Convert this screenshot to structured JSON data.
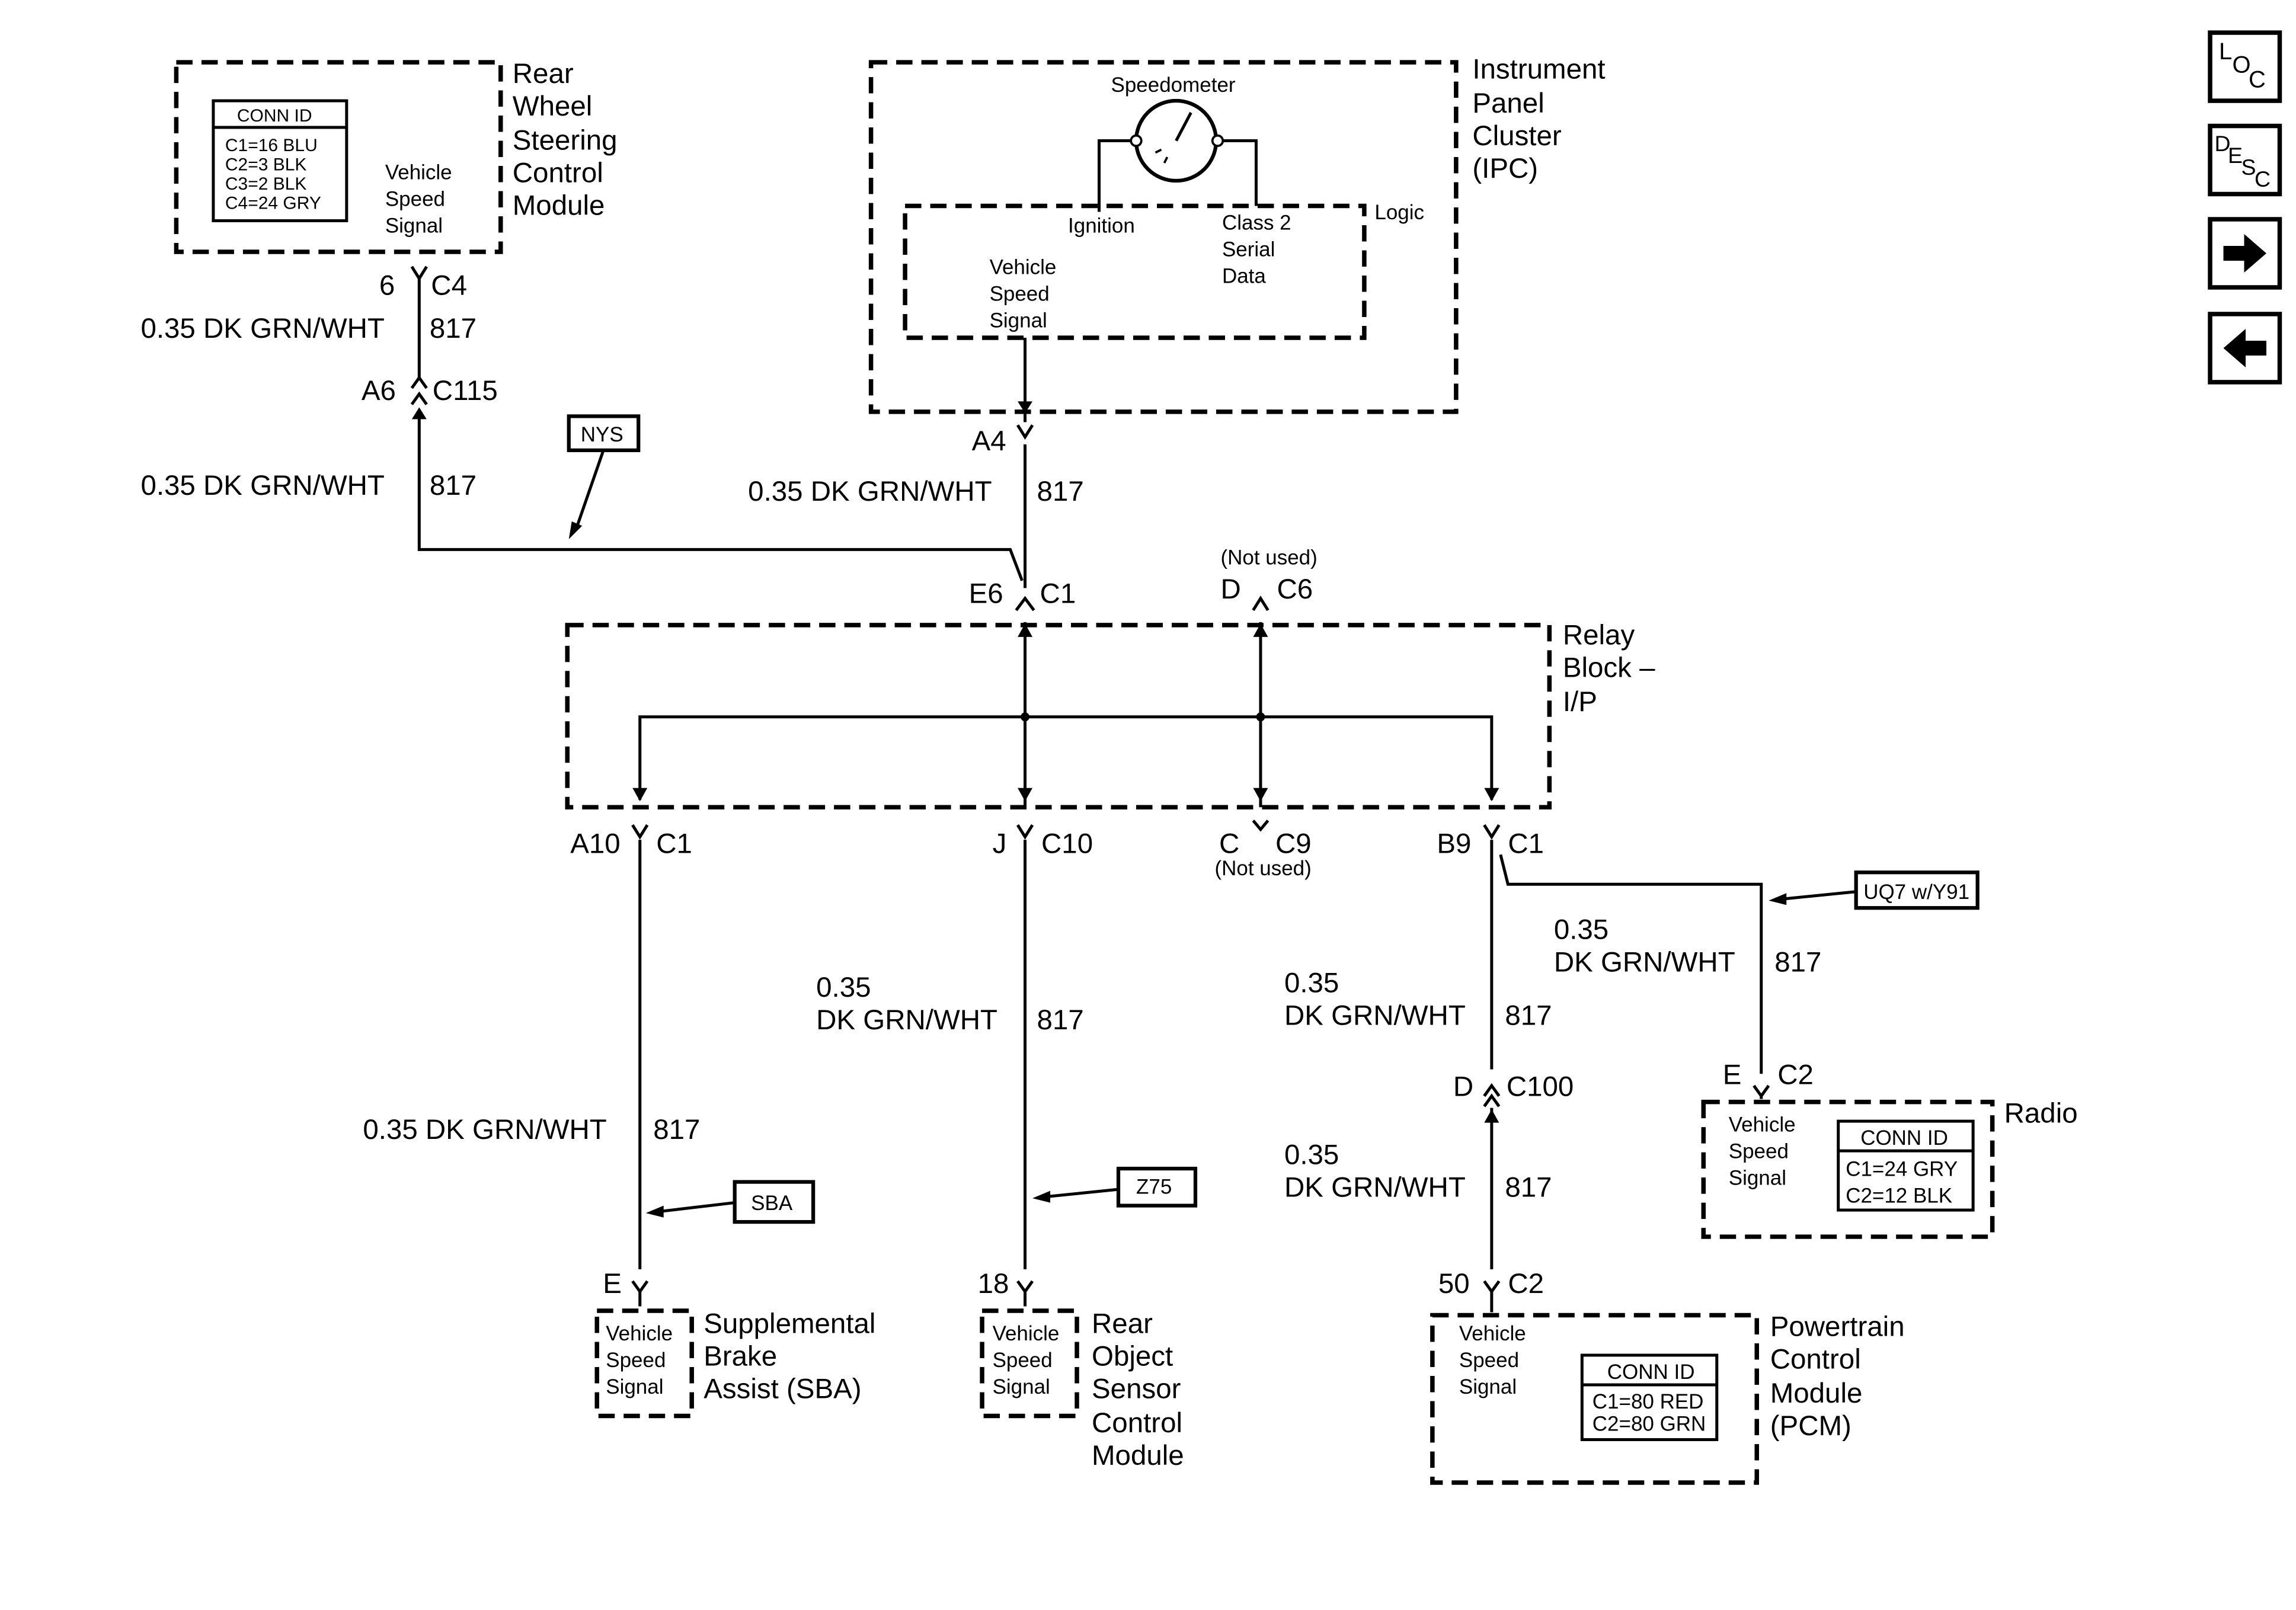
{
  "nav": {
    "loc": {
      "l": "L",
      "o": "O",
      "c": "C"
    },
    "desc": {
      "d": "D",
      "e": "E",
      "s": "S",
      "c": "C"
    },
    "next_icon": "right-arrow-icon",
    "prev_icon": "left-arrow-icon"
  },
  "modules": {
    "rwsc": {
      "name": [
        "Rear",
        "Wheel",
        "Steering",
        "Control",
        "Module"
      ],
      "signal": [
        "Vehicle",
        "Speed",
        "Signal"
      ],
      "conn_title": "CONN ID",
      "conn_rows": [
        "C1=16 BLU",
        "C2=3 BLK",
        "C3=2 BLK",
        "C4=24 GRY"
      ]
    },
    "ipc": {
      "name": [
        "Instrument",
        "Panel",
        "Cluster",
        "(IPC)"
      ],
      "speedometer": "Speedometer",
      "ignition": "Ignition",
      "class2": [
        "Class 2",
        "Serial",
        "Data"
      ],
      "logic": "Logic",
      "signal": [
        "Vehicle",
        "Speed",
        "Signal"
      ]
    },
    "relay": {
      "name": [
        "Relay",
        "Block –",
        "I/P"
      ]
    },
    "sba": {
      "name": [
        "Supplemental",
        "Brake",
        "Assist (SBA)"
      ],
      "signal": [
        "Vehicle",
        "Speed",
        "Signal"
      ]
    },
    "ros": {
      "name": [
        "Rear",
        "Object",
        "Sensor",
        "Control",
        "Module"
      ],
      "signal": [
        "Vehicle",
        "Speed",
        "Signal"
      ]
    },
    "pcm": {
      "name": [
        "Powertrain",
        "Control",
        "Module",
        "(PCM)"
      ],
      "signal": [
        "Vehicle",
        "Speed",
        "Signal"
      ],
      "conn_title": "CONN ID",
      "conn_rows": [
        "C1=80 RED",
        "C2=80 GRN"
      ]
    },
    "radio": {
      "name": "Radio",
      "signal": [
        "Vehicle",
        "Speed",
        "Signal"
      ],
      "conn_title": "CONN ID",
      "conn_rows": [
        "C1=24 GRY",
        "C2=12 BLK"
      ]
    }
  },
  "connectors": {
    "rwsc_pin": "6",
    "rwsc_conn": "C4",
    "c115_pin": "A6",
    "c115": "C115",
    "ipc_pin": "A4",
    "c1_top_pin": "E6",
    "c1_top": "C1",
    "c6_note": "(Not used)",
    "c6_pin": "D",
    "c6": "C6",
    "a10_pin": "A10",
    "a10_conn": "C1",
    "j_pin": "J",
    "c10": "C10",
    "c9_pin": "C",
    "c9": "C9",
    "c9_note": "(Not used)",
    "b9_pin": "B9",
    "b9_conn": "C1",
    "radio_pin": "E",
    "radio_conn": "C2",
    "c100_pin": "D",
    "c100": "C100",
    "sba_pin": "E",
    "ros_pin": "18",
    "pcm_pin": "50",
    "pcm_conn": "C2"
  },
  "wires": {
    "full": "0.35 DK GRN/WHT",
    "size": "0.35",
    "color": "DK GRN/WHT",
    "circuit": "817"
  },
  "options": {
    "nys": "NYS",
    "uq7": "UQ7 w/Y91",
    "sba": "SBA",
    "z75": "Z75"
  }
}
